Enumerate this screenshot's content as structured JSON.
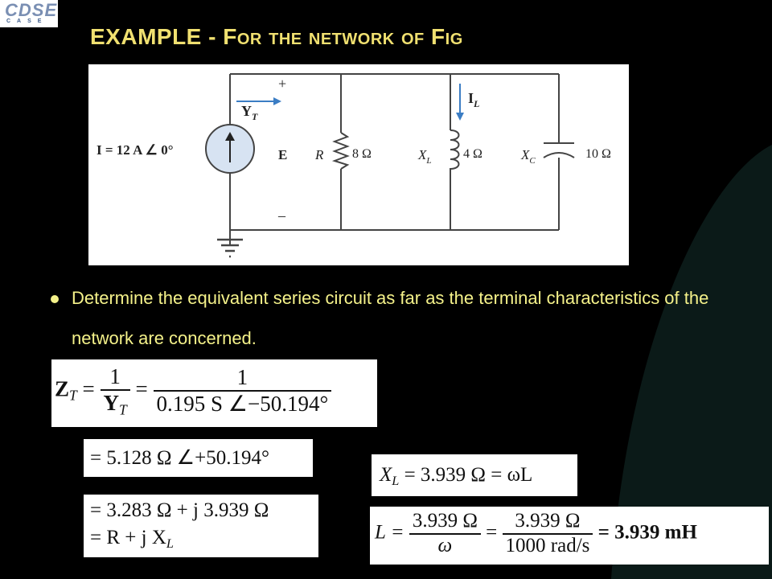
{
  "logo": {
    "text": "CDSE",
    "sub": "CASE"
  },
  "slide": {
    "title": "EXAMPLE - For the network of Fig"
  },
  "figure": {
    "source_label": "I = 12 A ∠ 0°",
    "admittance_label": "Y",
    "admittance_sub": "T",
    "plus": "+",
    "minus": "–",
    "voltage_label": "E",
    "current_label": "I",
    "current_sub": "L",
    "resistor_label": "R",
    "resistor_value": "8 Ω",
    "inductor_label": "X",
    "inductor_sub": "L",
    "inductor_value": "4 Ω",
    "capacitor_label": "X",
    "capacitor_sub": "C",
    "capacitor_value": "10 Ω"
  },
  "bullet": {
    "text": "Determine the equivalent series circuit as far as the terminal characteristics of the network are concerned."
  },
  "eq1": {
    "lhs": "Z",
    "lhs_sub": "T",
    "eq": "=",
    "f1_num": "1",
    "f1_den": "Y",
    "f1_den_sub": "T",
    "f2_num": "1",
    "f2_den": "0.195 S ∠−50.194°"
  },
  "eq2": {
    "text": "= 5.128 Ω ∠+50.194°"
  },
  "eq3": {
    "line1": "= 3.283 Ω + j 3.939 Ω",
    "line2_a": "= R + j X",
    "line2_sub": "L"
  },
  "eq4": {
    "lhs": "X",
    "lhs_sub": "L",
    "rhs": "= 3.939 Ω = ωL"
  },
  "eq5": {
    "lhs": "L =",
    "f1_num": "3.939 Ω",
    "f1_den": "ω",
    "eq": "=",
    "f2_num": "3.939 Ω",
    "f2_den": "1000 rad/s",
    "result": "= 3.939 mH"
  }
}
